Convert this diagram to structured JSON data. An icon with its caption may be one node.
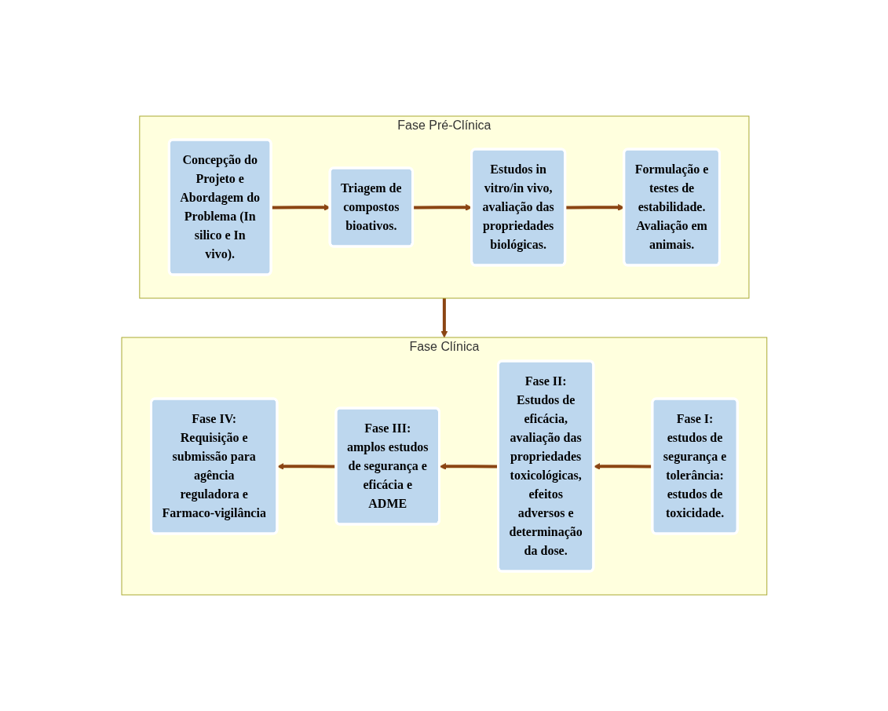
{
  "diagram": {
    "nodes": [
      {
        "text": [
          "Fase Pré-Clínica"
        ]
      },
      {
        "text": [
          "Concepção do Projeto e Abordagem do Problema (In silico e In vivo)."
        ],
        "in": 0
      },
      {
        "text": [
          "Triagem de compostos bioativos."
        ],
        "in": 0
      },
      {
        "text": [
          "Estudos in vitro/in vivo, avaliação das propriedades biológicas."
        ],
        "in": 0
      },
      {
        "text": [
          "Formulação e testes de estabilidade. Avaliação em animais."
        ],
        "in": 0
      },
      {
        "text": [
          "Fase Clínica"
        ]
      },
      {
        "text": [
          "Fase IV: Requisição e submissão para agência reguladora e Farmaco-vigilância"
        ],
        "in": 5
      },
      {
        "text": [
          "Fase III: amplos estudos de segurança e eficácia e ADME"
        ],
        "in": 5
      },
      {
        "text": [
          "Fase II: Estudos de eficácia, avaliação das propriedades toxicológicas, efeitos adversos e determinação da dose."
        ],
        "in": 5
      },
      {
        "text": [
          "Fase I: estudos de segurança e tolerância: estudos de toxicidade."
        ],
        "in": 5
      }
    ],
    "edges": [
      {
        "from": 1,
        "to": 2,
        "arrow": "to"
      },
      {
        "from": 2,
        "to": 3,
        "arrow": "to"
      },
      {
        "from": 3,
        "to": 4,
        "arrow": "to"
      },
      {
        "from": 0,
        "to": 5,
        "arrow": "to"
      },
      {
        "from": 9,
        "to": 8,
        "arrow": "to"
      },
      {
        "from": 8,
        "to": 7,
        "arrow": "to"
      },
      {
        "from": 7,
        "to": 6,
        "arrow": "to"
      }
    ]
  }
}
